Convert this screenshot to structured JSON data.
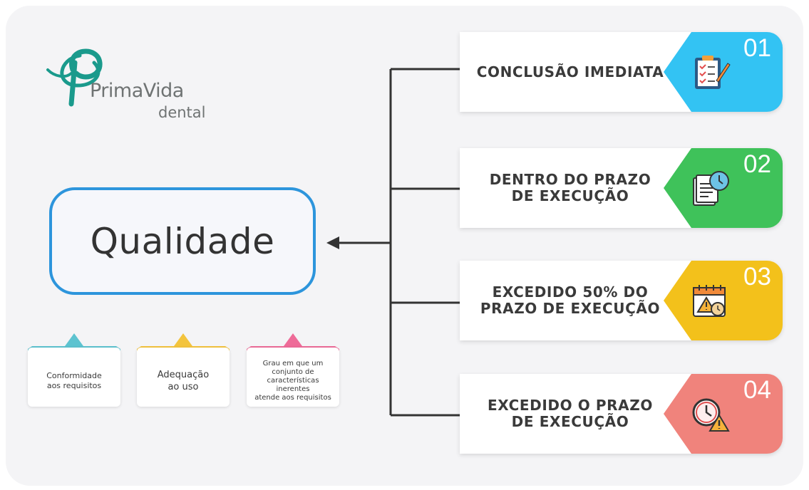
{
  "logo": {
    "name": "PrimaVida",
    "sub": "dental"
  },
  "center": {
    "label": "Qualidade"
  },
  "cards": [
    {
      "num": "01",
      "label_lines": [
        "CONCLUSÃO IMEDIATA"
      ],
      "color": "#33c3f3",
      "icon": "clipboard-checklist-icon"
    },
    {
      "num": "02",
      "label_lines": [
        "DENTRO DO PRAZO",
        "DE EXECUÇÃO"
      ],
      "color": "#3fc25a",
      "icon": "document-clock-icon"
    },
    {
      "num": "03",
      "label_lines": [
        "EXCEDIDO 50% DO",
        "PRAZO DE EXECUÇÃO"
      ],
      "color": "#f3c11b",
      "icon": "calendar-warning-icon"
    },
    {
      "num": "04",
      "label_lines": [
        "EXCEDIDO O PRAZO",
        "DE EXECUÇÃO"
      ],
      "color": "#f0837c",
      "icon": "clock-warning-icon"
    }
  ],
  "tabs": [
    {
      "color": "#5dc3d0",
      "lines": [
        "Conformidade",
        "aos requisitos"
      ]
    },
    {
      "color": "#f3c43d",
      "lines": [
        "Adequação",
        "ao uso"
      ]
    },
    {
      "color": "#ee6b98",
      "lines": [
        "Grau em que um",
        "conjunto de",
        "características",
        "inerentes",
        "atende aos requisitos"
      ]
    }
  ]
}
